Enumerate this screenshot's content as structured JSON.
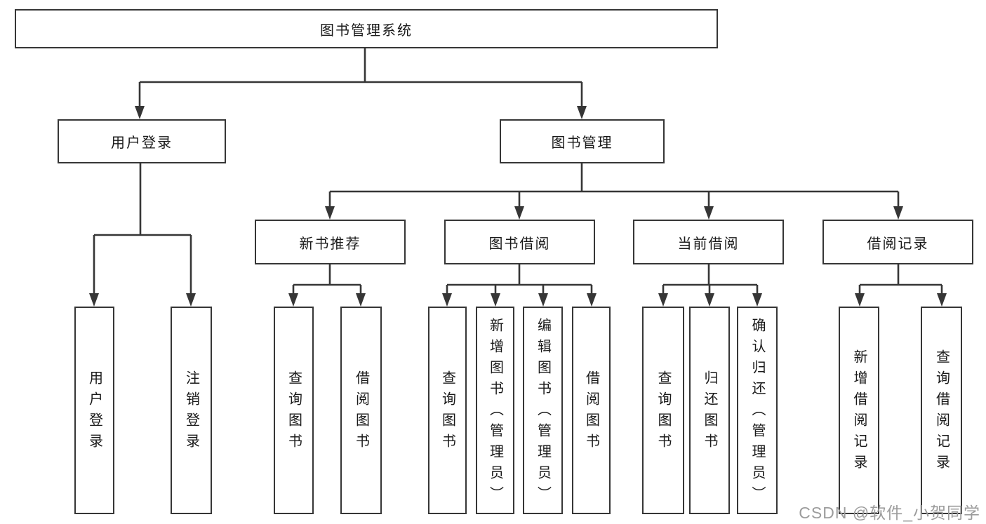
{
  "diagram_title": "图书管理系统",
  "tree": {
    "root": {
      "label": "图书管理系统"
    },
    "branches": [
      {
        "label": "用户登录",
        "children": [
          {
            "label": "用户登录"
          },
          {
            "label": "注销登录"
          }
        ]
      },
      {
        "label": "图书管理",
        "children": [
          {
            "label": "新书推荐",
            "children": [
              {
                "label": "查询图书"
              },
              {
                "label": "借阅图书"
              }
            ]
          },
          {
            "label": "图书借阅",
            "children": [
              {
                "label": "查询图书"
              },
              {
                "label": "新增图书（管理员）"
              },
              {
                "label": "编辑图书（管理员）"
              },
              {
                "label": "借阅图书"
              }
            ]
          },
          {
            "label": "当前借阅",
            "children": [
              {
                "label": "查询图书"
              },
              {
                "label": "归还图书"
              },
              {
                "label": "确认归还（管理员）"
              }
            ]
          },
          {
            "label": "借阅记录",
            "children": [
              {
                "label": "新增借阅记录"
              },
              {
                "label": "查询借阅记录"
              }
            ]
          }
        ]
      }
    ]
  },
  "watermark": {
    "text": "CSDN @软件_小贺同学",
    "color": "#9c9c9c"
  },
  "colors": {
    "line": "#363636",
    "box_border": "#363636",
    "box_background": "#ffffff",
    "text": "#1a1a1a",
    "page_background": "#ffffff"
  }
}
